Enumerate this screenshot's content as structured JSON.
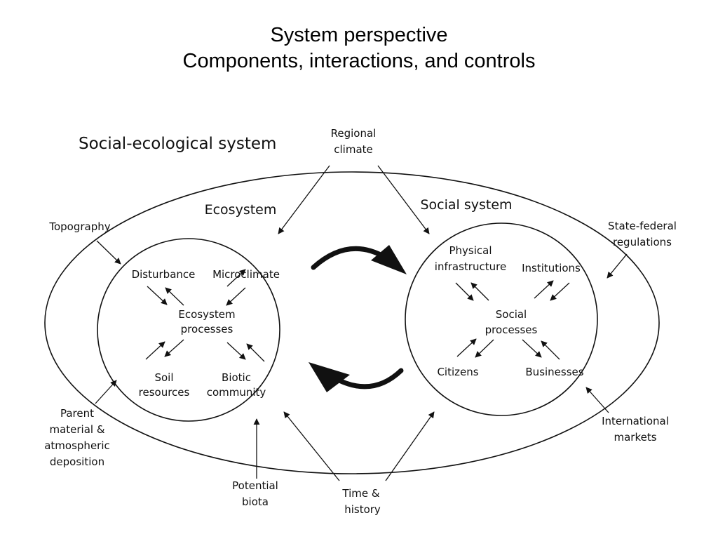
{
  "title": {
    "line1": "System perspective",
    "line2": "Components, interactions, and controls"
  },
  "diagram": {
    "system_label": "Social-ecological system",
    "ecosystem": {
      "label": "Ecosystem",
      "center": [
        "Ecosystem",
        "processes"
      ],
      "disturbance": "Disturbance",
      "microclimate": "Microclimate",
      "soil": [
        "Soil",
        "resources"
      ],
      "biotic": [
        "Biotic",
        "community"
      ]
    },
    "social": {
      "label": "Social system",
      "center": [
        "Social",
        "processes"
      ],
      "physical": [
        "Physical",
        "infrastructure"
      ],
      "institutions": "Institutions",
      "citizens": "Citizens",
      "businesses": "Businesses"
    },
    "drivers": {
      "regional_climate": [
        "Regional",
        "climate"
      ],
      "topography": "Topography",
      "state_federal": [
        "State-federal",
        "regulations"
      ],
      "parent_material": [
        "Parent",
        "material &",
        "atmospheric",
        "deposition"
      ],
      "potential_biota": [
        "Potential",
        "biota"
      ],
      "time_history": [
        "Time &",
        "history"
      ],
      "international_markets": [
        "International",
        "markets"
      ]
    }
  }
}
